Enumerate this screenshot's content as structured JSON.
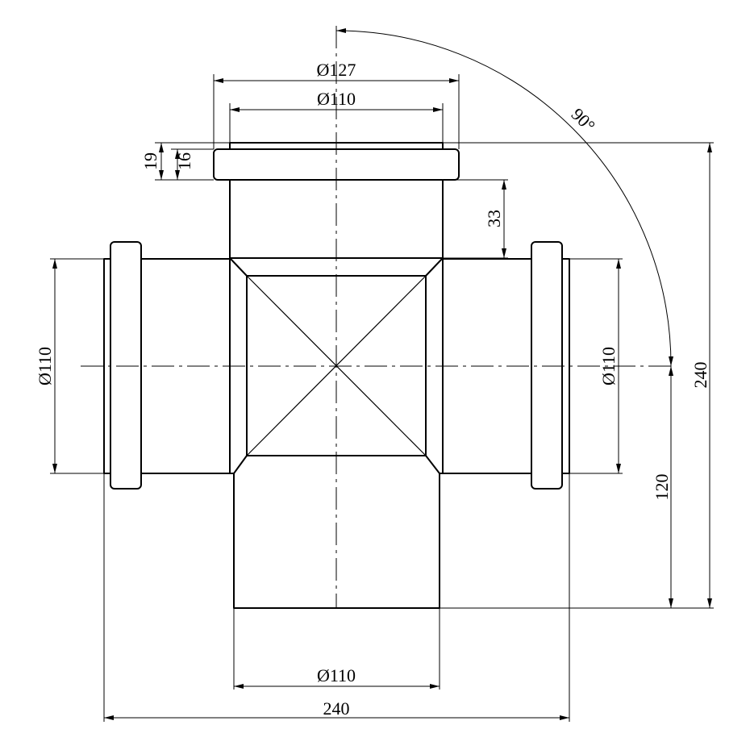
{
  "drawing": {
    "dimensions": {
      "top_socket_outer_diameter": "Ø127",
      "top_pipe_diameter": "Ø110",
      "socket_height_19": "19",
      "socket_height_16": "16",
      "socket_depth": "33",
      "left_diameter": "Ø110",
      "right_diameter": "Ø110",
      "bottom_diameter": "Ø110",
      "overall_width": "240",
      "overall_height": "240",
      "half_height": "120",
      "angle": "90°"
    }
  }
}
